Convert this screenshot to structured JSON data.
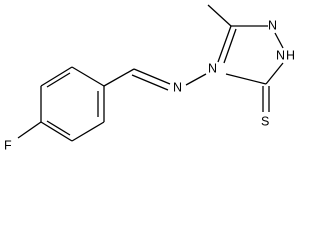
{
  "molecule": {
    "atoms": {
      "fluorine": "F",
      "imine_nitrogen": "N",
      "ring_n4": "N",
      "ring_n3": "N",
      "ring_n2": "N",
      "ring_nh": "H",
      "thione_sulfur": "S"
    },
    "colors": {
      "bond": "#000000",
      "label": "#000000",
      "background": "#ffffff"
    }
  }
}
